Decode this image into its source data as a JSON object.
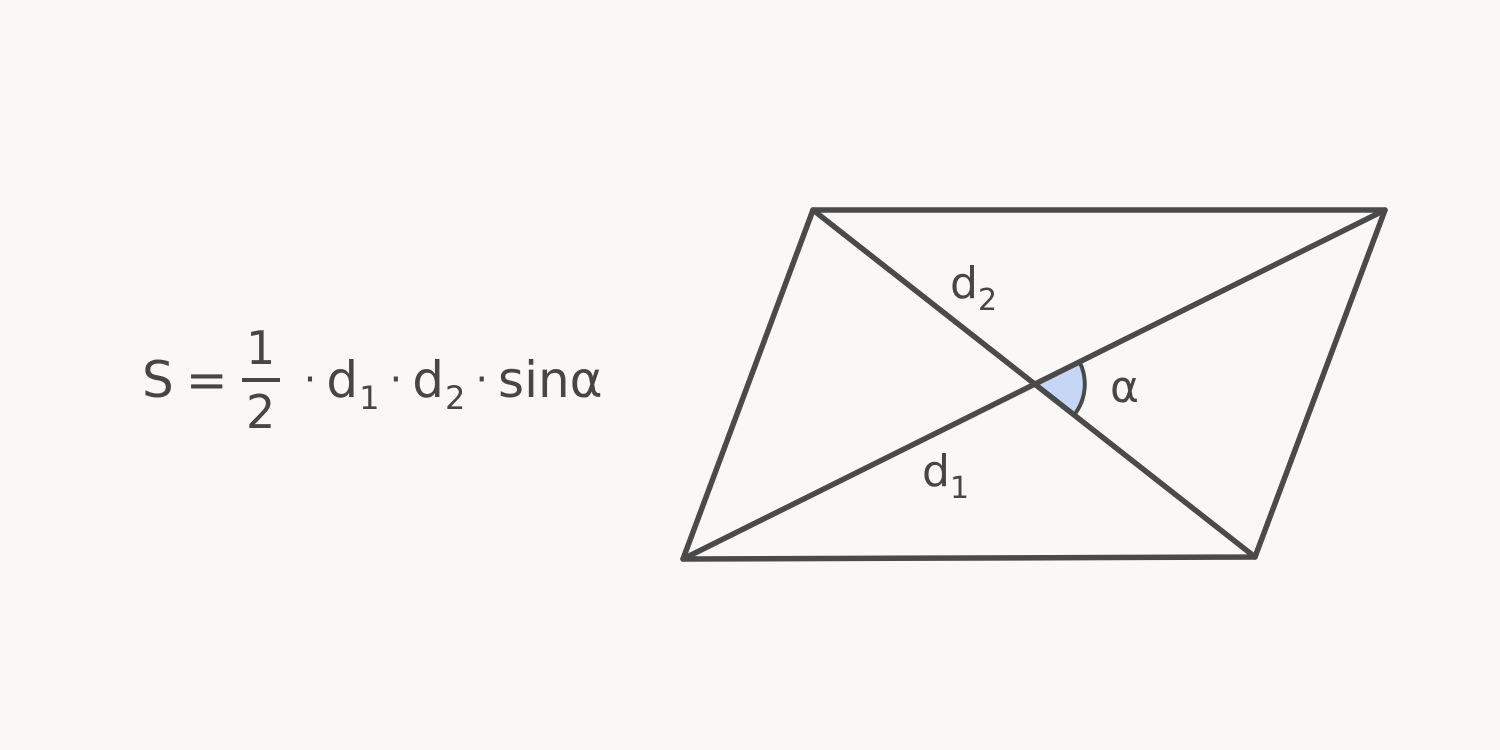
{
  "formula": {
    "lhs": "S",
    "equals": "=",
    "numerator": "1",
    "denominator": "2",
    "dot": "·",
    "d1_base": "d",
    "d1_sub": "1",
    "d2_base": "d",
    "d2_sub": "2",
    "sin": "sinα"
  },
  "diagram": {
    "labels": {
      "d2_base": "d",
      "d2_sub": "2",
      "d1_base": "d",
      "d1_sub": "1",
      "alpha": "α"
    },
    "angle_fill": "#c6d6f5",
    "stroke": "#4a4a4a"
  }
}
